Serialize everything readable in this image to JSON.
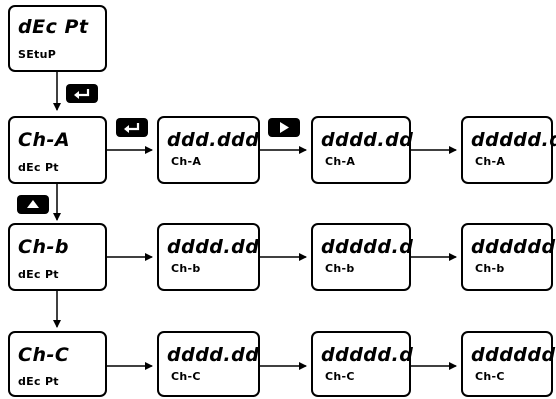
{
  "setup": {
    "main": "dEc Pt",
    "sub": "SEtuP"
  },
  "channels": [
    {
      "main": "Ch-A",
      "sub": "dEc Pt",
      "options": [
        {
          "main": "ddd.ddd",
          "sub": "Ch-A"
        },
        {
          "main": "dddd.dd",
          "sub": "Ch-A"
        },
        {
          "main": "ddddd.d",
          "sub": "Ch-A"
        }
      ]
    },
    {
      "main": "Ch-b",
      "sub": "dEc Pt",
      "options": [
        {
          "main": "dddd.dd",
          "sub": "Ch-b"
        },
        {
          "main": "ddddd.d",
          "sub": "Ch-b"
        },
        {
          "main": "dddddd",
          "sub": "Ch-b"
        }
      ]
    },
    {
      "main": "Ch-C",
      "sub": "dEc Pt",
      "options": [
        {
          "main": "dddd.dd",
          "sub": "Ch-C"
        },
        {
          "main": "ddddd.d",
          "sub": "Ch-C"
        },
        {
          "main": "dddddd",
          "sub": "Ch-C"
        }
      ]
    }
  ],
  "keys": {
    "enter": "enter-key-icon",
    "right": "right-key-icon",
    "up": "up-key-icon"
  }
}
